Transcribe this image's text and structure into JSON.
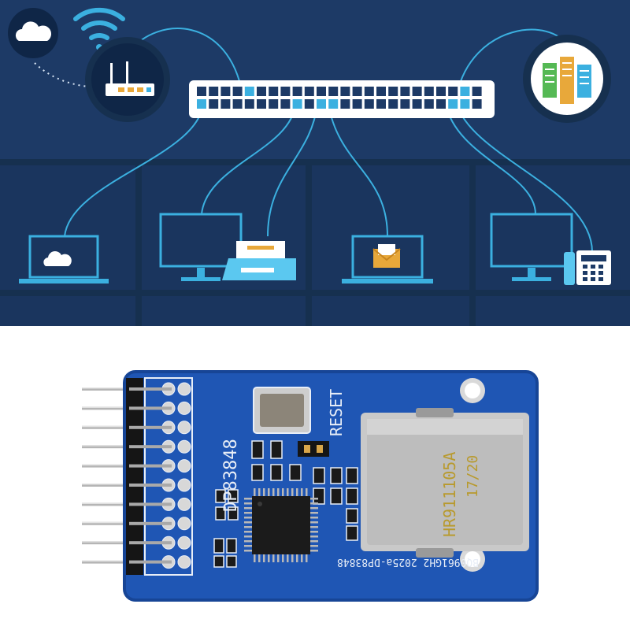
{
  "colors": {
    "network_bg": "#1d3a66",
    "network_band": "#1a355e",
    "line": "#3bb0e0",
    "pcb": "#1f56b4",
    "pcb_dark": "#174596",
    "module_shell": "#c9c9c9"
  },
  "icons": {
    "cloud_top": "cloud-icon",
    "wifi": "wifi-icon",
    "router": "router-icon",
    "switch": "network-switch-icon",
    "servers": "server-rack-icon",
    "laptop": "laptop-cloud-icon",
    "desktop_printer": "desktop-printer-icon",
    "mail": "laptop-mail-icon",
    "desktop_phone": "desktop-phone-icon"
  },
  "board": {
    "chip_label": "DP83848",
    "reset_label": "RESET",
    "jack_part": "HR911105A",
    "jack_date": "17/20",
    "board_code": "BQ0961GH2 2025a-DP83848",
    "pin_count": 10
  }
}
